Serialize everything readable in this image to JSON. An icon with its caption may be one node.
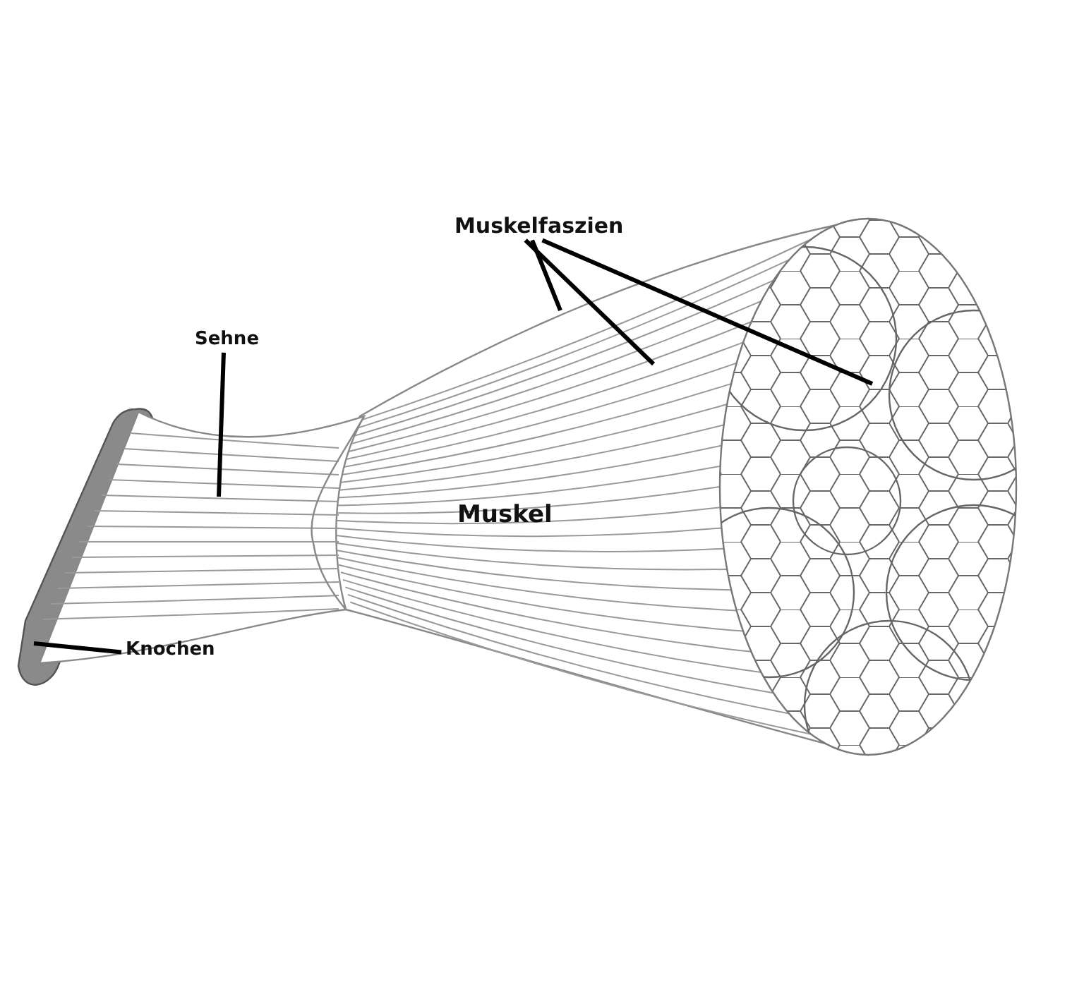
{
  "diagram": {
    "nodes": [
      {
        "text": [
          "Muskelfaszien"
        ]
      },
      {
        "text": [
          "Sehne"
        ]
      },
      {
        "text": [
          "Knochen"
        ]
      },
      {
        "text": [],
        "shape": "picture"
      },
      {
        "text": [],
        "shape": "picture"
      }
    ],
    "edges": [
      {
        "from": 0,
        "to": null,
        "arrow": "none"
      },
      {
        "from": 0,
        "to": null,
        "arrow": "none"
      },
      {
        "from": 0,
        "to": null,
        "arrow": "none"
      },
      {
        "from": 1,
        "to": 4,
        "arrow": "none"
      },
      {
        "from": 2,
        "to": 3,
        "arrow": "none"
      }
    ],
    "labels": [
      "Muskel"
    ]
  }
}
